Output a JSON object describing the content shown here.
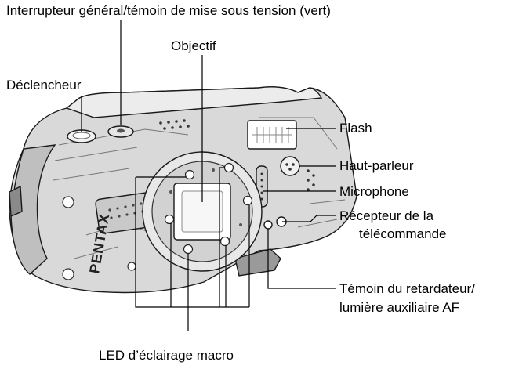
{
  "labels": {
    "power": "Interrupteur général/témoin de mise sous tension (vert)",
    "lens": "Objectif",
    "shutter": "Déclencheur",
    "flash": "Flash",
    "speaker": "Haut-parleur",
    "microphone": "Microphone",
    "remote_line1": "Récepteur de la",
    "remote_line2": "télécommande",
    "selftimer_line1": "Témoin du retardateur/",
    "selftimer_line2": "lumière auxiliaire AF",
    "macro_led": "LED d’éclairage macro"
  },
  "camera": {
    "brand": "PENTAX"
  }
}
